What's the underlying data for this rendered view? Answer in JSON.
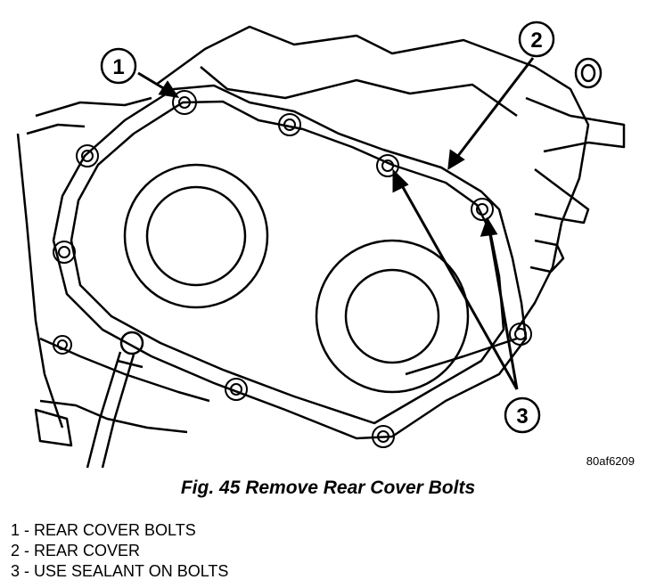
{
  "figure": {
    "callouts": [
      {
        "number": "1"
      },
      {
        "number": "2"
      },
      {
        "number": "3"
      }
    ],
    "drawing_id": "80af6209"
  },
  "caption": "Fig. 45 Remove Rear Cover Bolts",
  "legend": [
    {
      "number": "1",
      "text": "1 - REAR COVER BOLTS"
    },
    {
      "number": "2",
      "text": "2 - REAR COVER"
    },
    {
      "number": "3",
      "text": "3 - USE SEALANT ON BOLTS"
    }
  ]
}
